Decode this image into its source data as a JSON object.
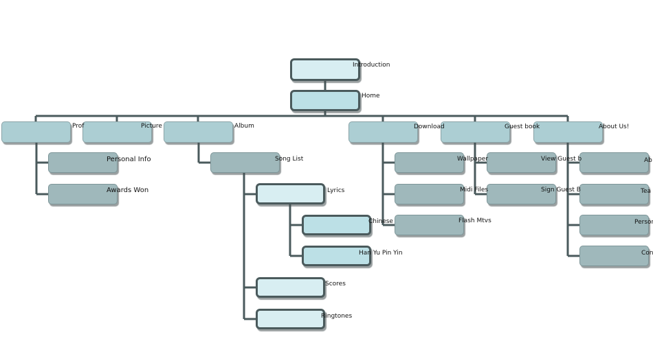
{
  "diagram": {
    "nodes": {
      "introduction": "Introduction",
      "home": "Home",
      "profile": "Prof",
      "picture": "Picture",
      "album": "Album",
      "download": "Download",
      "guest_book": "Guest book",
      "about_us": "About Us!",
      "personal_info": "Personal Info",
      "awards_won": "Awards Won",
      "song_list": "Song List",
      "lyrics": "Lyrics",
      "chinese": "Chinese",
      "han_yu_pin_yin": "Han Yu Pin Yin",
      "scores": "Scores",
      "ringtones": "Ringtones",
      "wallpaper": "Wallpaper",
      "midi_files": "Midi Files",
      "flash_mtvs": "Flash Mtvs",
      "view_guest_book": "View Guest b",
      "sign_guest_book": "Sign Guest B",
      "about_1": "Ab",
      "team": "Tea",
      "personal": "Person",
      "contact": "Con"
    }
  }
}
